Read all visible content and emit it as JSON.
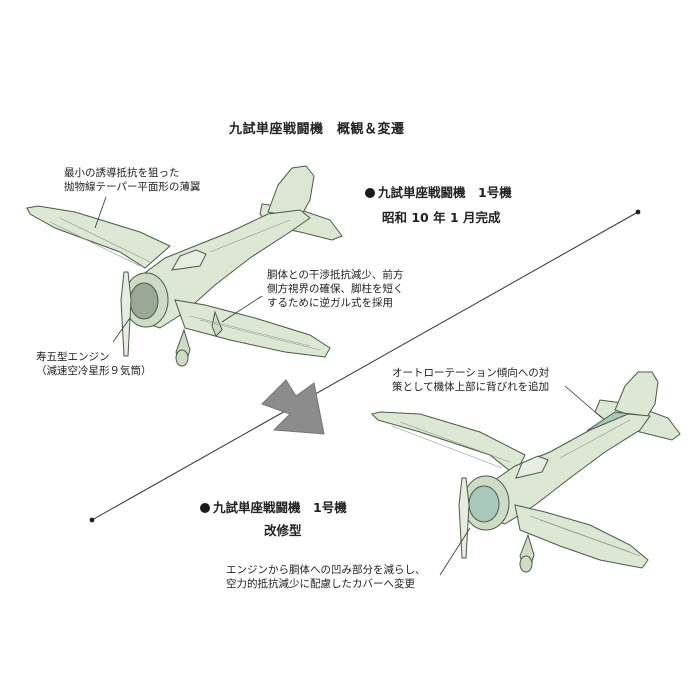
{
  "title": "九試単座戦闘機　概観＆変遷",
  "variant_1": {
    "name": "九試単座戦闘機　1号機",
    "date": "昭和 10 年 1 月完成"
  },
  "variant_2": {
    "name": "九試単座戦闘機　1号機",
    "subtitle": "改修型"
  },
  "annotations": {
    "wing": "最小の誘導抵抗を狙った\n抛物線テーパー平面形の薄翼",
    "gear": "胴体との干渉抵抗減少、前方\n側方視界の確保、脚柱を短く\nするために逆ガル式を採用",
    "engine": "寿五型エンジン\n（減速空冷星形９気筒）",
    "dorsal": "オートローテーション傾向への対\n策として機体上部に背びれを追加",
    "cowling": "エンジンから胴体への凹み部分を減らし、\n空力的抵抗減少に配慮したカバーへ変更"
  },
  "colors": {
    "airframe": "#dde8d4",
    "outline": "#4a5a48",
    "dorsal_fin": "#a9c8bb",
    "arrow": "#8c8c8c",
    "line": "#333333"
  },
  "icons": {
    "bullet": "filled-circle",
    "transition": "down-right-arrow"
  }
}
